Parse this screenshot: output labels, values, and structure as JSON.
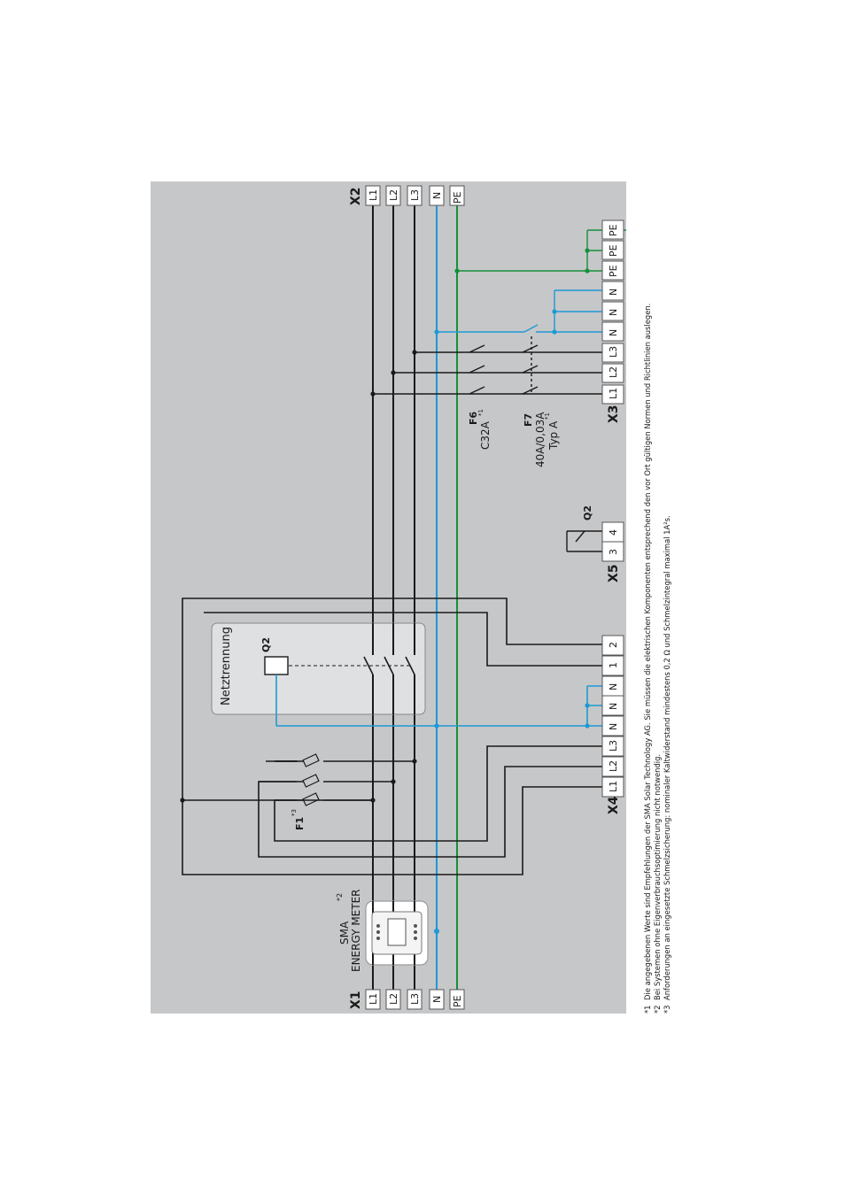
{
  "terminals": {
    "x1": {
      "name": "X1",
      "labels": [
        "L1",
        "L2",
        "L3",
        "N",
        "PE"
      ]
    },
    "x2": {
      "name": "X2",
      "labels": [
        "L1",
        "L2",
        "L3",
        "N",
        "PE"
      ]
    },
    "x3": {
      "name": "X3",
      "labels": [
        "L1",
        "L2",
        "L3",
        "N",
        "N",
        "N",
        "PE",
        "PE",
        "PE"
      ]
    },
    "x4": {
      "name": "X4",
      "labels": [
        "L1",
        "L2",
        "L3",
        "N",
        "N",
        "N",
        "1",
        "2"
      ]
    },
    "x5": {
      "name": "X5",
      "labels": [
        "3",
        "4"
      ]
    }
  },
  "meter": {
    "line1": "SMA",
    "line2": "ENERGY METER",
    "note": "*2"
  },
  "netz": {
    "label": "Netztrennung",
    "relay": "Q2"
  },
  "q2_contact": "Q2",
  "f1": {
    "name": "F1",
    "note": "*3"
  },
  "f6": {
    "name": "F6",
    "rating": "C32A",
    "note": "*1"
  },
  "f7": {
    "name": "F7",
    "rating": "40A/0,03A",
    "type": "Typ A",
    "note": "*1"
  },
  "footnotes": [
    {
      "mark": "*1",
      "text": "Die angegebenen Werte sind Empfehlungen der SMA Solar Technology AG. Sie müssen die elektrischen Komponenten entsprechend den vor Ort gültigen Normen und Richtlinien auslegen."
    },
    {
      "mark": "*2",
      "text": "Bei Systemen ohne Eigenverbrauchsoptimierung nicht notwendig."
    },
    {
      "mark": "*3",
      "text": "Anforderungen an eingesetzte Schmelzsicherung: nominaler Kaltwiderstand mindestens 0,2 Ω und Schmelzintegral maximal 1A²s."
    }
  ],
  "colors": {
    "panel": "#c6c7c9",
    "phase": "#1a1a1a",
    "neutral": "#1b9ad6",
    "earth": "#14903a"
  }
}
